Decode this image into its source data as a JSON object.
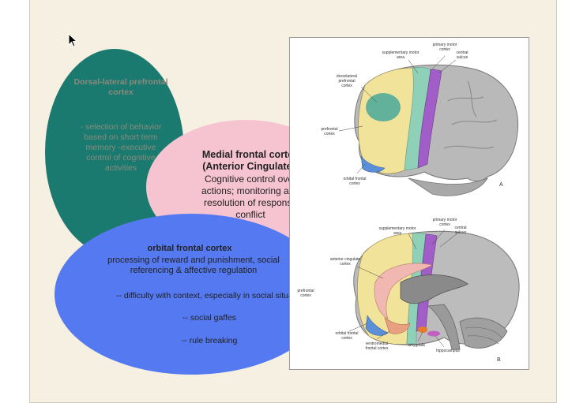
{
  "slide": {
    "dlpfc": {
      "title": "Dorsal-lateral prefrontal cortex",
      "body": "- selection of behavior based on short term memory -executive control of cognitive activities"
    },
    "mfc": {
      "title": "Medial frontal cortex (Anterior Cingulate):",
      "body": "Cognitive control over actions; monitoring and resolution of response conflict"
    },
    "ofc": {
      "title": "orbital frontal cortex",
      "line1": "processing of reward and punishment, social",
      "line2": "referencing  & affective regulation",
      "bullet1": "-- difficulty with context, especially in social situations",
      "bullet2": "-- social gaffes",
      "bullet3": "-- rule breaking"
    },
    "colors": {
      "dlpfc_oval": "#1b7a70",
      "mfc_oval": "#f6c3d0",
      "ofc_oval": "#5479f0",
      "slide_bg": "#f6f0e3"
    }
  },
  "figure": {
    "panel_a": {
      "letter": "A",
      "labels": {
        "primary_motor_1": "primary motor",
        "primary_motor_2": "cortex",
        "supplementary_1": "supplementary motor",
        "supplementary_2": "area",
        "central_1": "central",
        "central_2": "sulcus",
        "dlpfc_1": "dorsolateral",
        "dlpfc_2": "prefrontal",
        "dlpfc_3": "cortex",
        "pfc_1": "prefrontal",
        "pfc_2": "cortex",
        "ofc_1": "orbital frontal",
        "ofc_2": "cortex"
      }
    },
    "panel_b": {
      "letter": "B",
      "labels": {
        "primary_motor_1": "primary motor",
        "primary_motor_2": "cortex",
        "supplementary_1": "supplementary motor",
        "supplementary_2": "area",
        "central_1": "central",
        "central_2": "sulcus",
        "acc_1": "anterior cingulate",
        "acc_2": "cortex",
        "pfc_1": "prefrontal",
        "pfc_2": "cortex",
        "ofc_1": "orbital frontal",
        "ofc_2": "cortex",
        "vm_1": "ventromedial",
        "vm_2": "frontal cortex",
        "amygdala": "amygdala",
        "hippocampus": "hippocampus"
      }
    }
  }
}
